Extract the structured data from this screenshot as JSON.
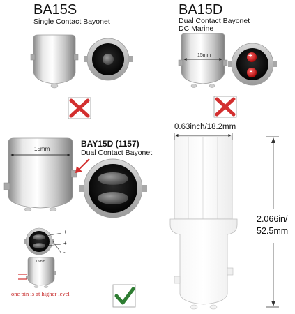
{
  "ba15s": {
    "title": "BA15S",
    "subtitle": "Single Contact Bayonet",
    "verdict_icon": "red-x-icon"
  },
  "ba15d": {
    "title": "BA15D",
    "subtitle_line1": "Dual Contact Bayonet",
    "subtitle_line2": "DC Marine",
    "width_label": "15mm",
    "plus_sign": "+",
    "minus_sign": "-",
    "verdict_icon": "red-x-icon"
  },
  "bay15d": {
    "title": "BAY15D (1157)",
    "subtitle": "Dual Contact Bayonet",
    "width_label": "15mm",
    "pin_labels": [
      "+",
      "+",
      "-"
    ],
    "note": "one pin is at higher level",
    "verdict_icon": "green-check-icon",
    "colors": {
      "note": "#c62828",
      "check": "#2e7d32",
      "cross": "#d32f2f"
    }
  },
  "led_bulb": {
    "width_label": "0.63inch/18.2mm",
    "height_label_line1": "2.066in/",
    "height_label_line2": "52.5mm"
  }
}
